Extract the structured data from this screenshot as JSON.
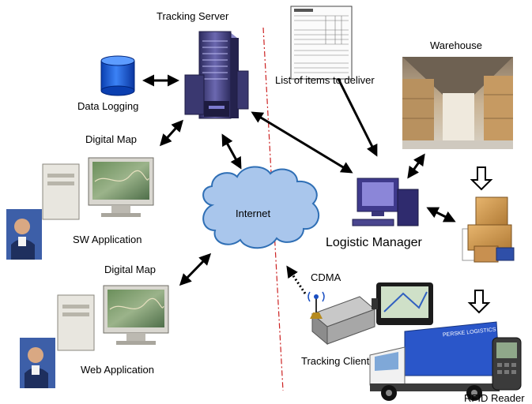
{
  "labels": {
    "tracking_server": "Tracking Server",
    "data_logging": "Data Logging",
    "digital_map_top": "Digital Map",
    "sw_application": "SW Application",
    "digital_map_bottom": "Digital Map",
    "web_application": "Web  Application",
    "internet": "Internet",
    "list_of_items": "List of items to deliver",
    "warehouse": "Warehouse",
    "logistic_manager": "Logistic Manager",
    "cdma": "CDMA",
    "tracking_client": "Tracking Client",
    "rfid_reader": "RFID Reader"
  },
  "truck_brand": "PERSKE LOGISTICS",
  "colors": {
    "db_cylinder": "#1d5fe0",
    "cloud_fill": "#a9c6ec",
    "cloud_stroke": "#2f6fb5",
    "divider": "#cc2222",
    "truck_body": "#2a56c9",
    "server_purple": "#4c4a8a"
  }
}
